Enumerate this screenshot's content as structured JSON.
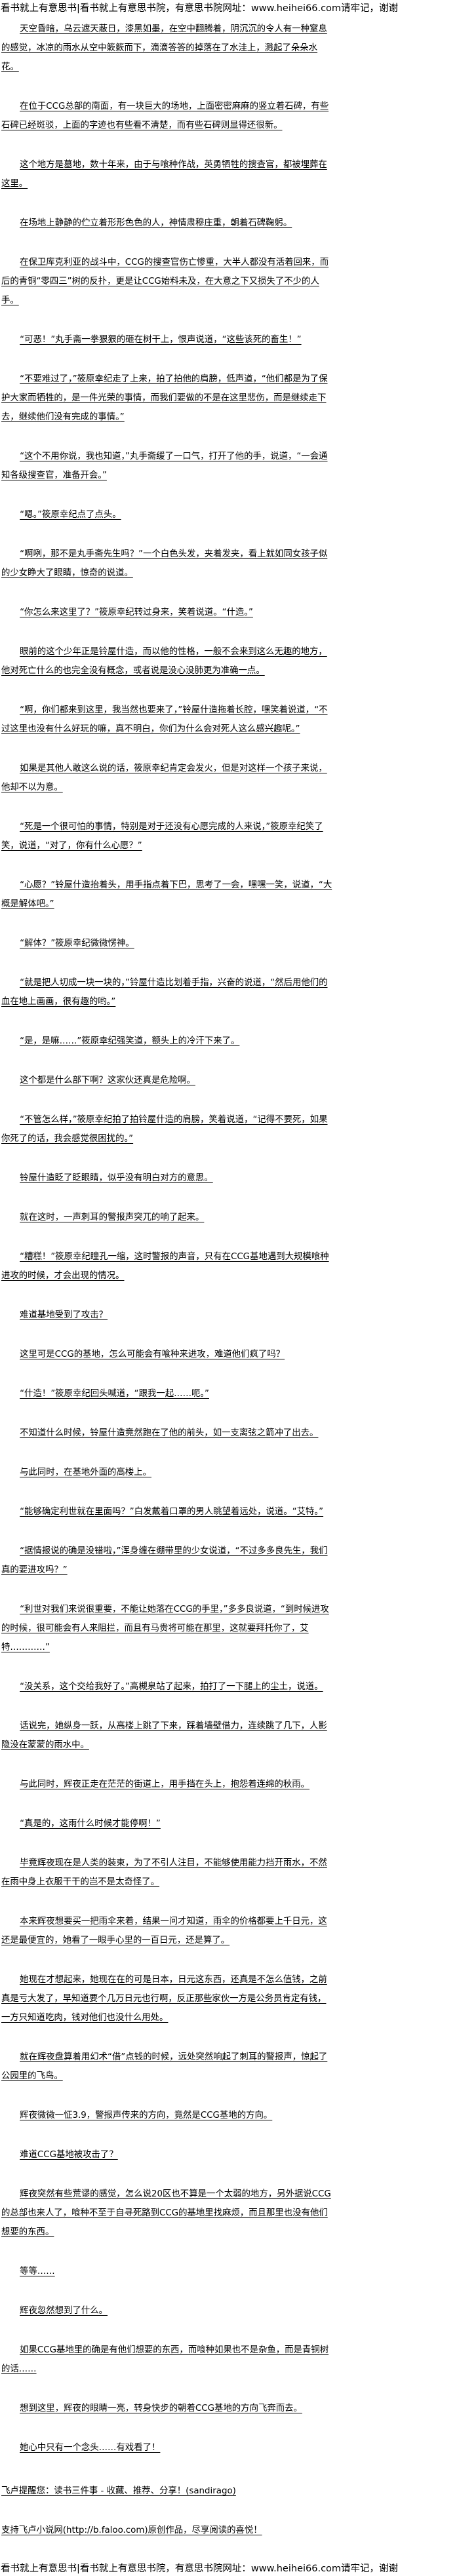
{
  "header": {
    "banner": "看书就上有意思书|看书就上有意思书院，有意思书院网址：www.heihei66.com请牢记，谢谢"
  },
  "paragraphs": [
    "天空昏暗，乌云遮天蔽日，漆黑如墨，在空中翻腾着，阴沉沉的令人有一种窒息的感觉，冰凉的雨水从空中簌簌而下，滴滴答答的掉落在了水洼上，溅起了朵朵水花。",
    "在位于CCG总部的南面，有一块巨大的场地，上面密密麻麻的竖立着石碑，有些石碑已经斑驳，上面的字迹也有些看不清楚，而有些石碑则显得还很新。",
    "这个地方是墓地，数十年来，由于与喰种作战，英勇牺牲的搜查官，都被埋葬在这里。",
    "在场地上静静的伫立着形形色色的人，神情肃穆庄重，朝着石碑鞠躬。",
    "在保卫库克利亚的战斗中，CCG的搜查官伤亡惨重，大半人都没有活着回来，而后的青铜“零四三”树的反扑，更是让CCG始料未及，在大意之下又损失了不少的人手。",
    "“可恶！”丸手斋一拳狠狠的砸在树干上，恨声说道，“这些该死的畜生！”",
    "“不要难过了，”筱原幸纪走了上来，拍了拍他的肩膀，低声道，“他们都是为了保护大家而牺牲的，是一件光荣的事情，而我们要做的不是在这里悲伤，而是继续走下去，继续他们没有完成的事情。”",
    "“这个不用你说，我也知道，”丸手斋缓了一口气，打开了他的手，说道，“一会通知各级搜查官，准备开会。”",
    "“嗯。”筱原幸纪点了点头。",
    "“啊咧，那不是丸手斋先生吗？”一个白色头发，夹着发夹，看上就如同女孩子似的少女睁大了眼睛，惊奇的说道。",
    "“你怎么来这里了？”筱原幸纪转过身来，笑着说道。“什造。”",
    "眼前的这个少年正是铃屋什造，而以他的性格，一般不会来到这么无趣的地方，他对死亡什么的也完全没有概念，或者说是没心没肺更为准确一点。",
    "“啊，你们都来到这里，我当然也要来了，”铃屋什造拖着长腔，嘿笑着说道，“不过这里也没有什么好玩的嘛，真不明白，你们为什么会对死人这么感兴趣呢。”",
    "如果是其他人敢这么说的话，筱原幸纪肯定会发火，但是对这样一个孩子来说，他却不以为意。",
    "“死是一个很可怕的事情，特别是对于还没有心愿完成的人来说，”筱原幸纪笑了笑，说道，“对了，你有什么心愿？”",
    "“心愿？”铃屋什造抬着头，用手指点着下巴，思考了一会，嘿嘿一笑，说道，“大概是解体吧。”",
    "“解体？”筱原幸纪微微愣神。",
    "“就是把人切成一块一块的，”铃屋什造比划着手指，兴奋的说道，“然后用他们的血在地上画画，很有趣的哟。”",
    "“是，是嘛……”筱原幸纪强笑道，额头上的冷汗下来了。",
    "这个都是什么部下啊？这家伙还真是危险啊。",
    "“不管怎么样，”筱原幸纪拍了拍铃屋什造的肩膀，笑着说道，“记得不要死，如果你死了的话，我会感觉很困扰的。”",
    "铃屋什造眨了眨眼睛，似乎没有明白对方的意思。",
    "就在这时，一声刺耳的警报声突兀的响了起来。",
    "“糟糕！”筱原幸纪瞳孔一缩，这时警报的声音，只有在CCG基地遇到大规模喰种进攻的时候，才会出现的情况。",
    "难道基地受到了攻击？",
    "这里可是CCG的基地，怎么可能会有喰种来进攻，难道他们疯了吗？",
    "“什造！”筱原幸纪回头喊道，“跟我一起……呃。”",
    "不知道什么时候，铃屋什造竟然跑在了他的前头，如一支离弦之箭冲了出去。",
    "与此同时，在基地外面的高楼上。",
    "“能够确定利世就在里面吗？”白发戴着口罩的男人眺望着远处，说道。“艾特。”",
    "“据情报说的确是没错啦，”浑身缠在绷带里的少女说道，“不过多多良先生，我们真的要进攻吗？”",
    "“利世对我们来说很重要，不能让她落在CCG的手里，”多多良说道，“到时候进攻的时候，很可能会有人来阻拦，而且有马贵将可能在那里，这就要拜托你了，艾特…………”",
    "“没关系，这个交给我好了。”高槻泉站了起来，拍打了一下腿上的尘土，说道。",
    "话说完，她纵身一跃，从高楼上跳了下来，踩着墙壁借力，连续跳了几下，人影隐没在蒙蒙的雨水中。",
    "与此同时，辉夜正走在茫茫的街道上，用手挡在头上，抱怨着连绵的秋雨。",
    "“真是的，这雨什么时候才能停啊！”",
    "毕竟辉夜现在是人类的装束，为了不引人注目，不能够使用能力挡开雨水，不然在雨中身上衣服干干的岂不是太奇怪了。",
    "本来辉夜想要买一把雨伞来着，结果一问才知道，雨伞的价格都要上千日元，这还是最便宜的，她看了一眼手心里的一百日元，还是算了。",
    "她现在才想起来，她现在在的可是日本，日元这东西，还真是不怎么值钱，之前真是亏大发了，早知道要个几万日元也行啊，反正那些家伙一方是公务员肯定有钱，一方只知道吃肉，钱对他们也没什么用处。",
    "就在辉夜盘算着用幻术“借”点钱的时候，远处突然响起了刺耳的警报声，惊起了公园里的飞鸟。",
    "辉夜微微一怔3.9，警报声传来的方向，竟然是CCG基地的方向。",
    "难道CCG基地被攻击了？",
    "辉夜突然有些荒谬的感觉，怎么说20区也不算是一个太弱的地方，另外据说CCG的总部也来人了，喰种不至于自寻死路到CCG的基地里找麻烦，而且那里也没有他们想要的东西。",
    "等等……",
    "辉夜忽然想到了什么。",
    "如果CCG基地里的确是有他们想要的东西，而喰种如果也不是杂鱼，而是青铜树的话……",
    "想到这里，辉夜的眼睛一亮，转身快步的朝着CCG基地的方向飞奔而去。",
    "她心中只有一个念头……有戏看了！"
  ],
  "notes": [
    "飞卢提醒您：读书三件事 - 收藏、推荐、分享！(sandirago)",
    "支持飞卢小说网(http://b.faloo.com)原创作品，尽享阅读的喜悦！"
  ],
  "footer": {
    "banner": "看书就上有意思书|看书就上有意思书院，有意思书院网址：www.heihei66.com请牢记，谢谢"
  }
}
